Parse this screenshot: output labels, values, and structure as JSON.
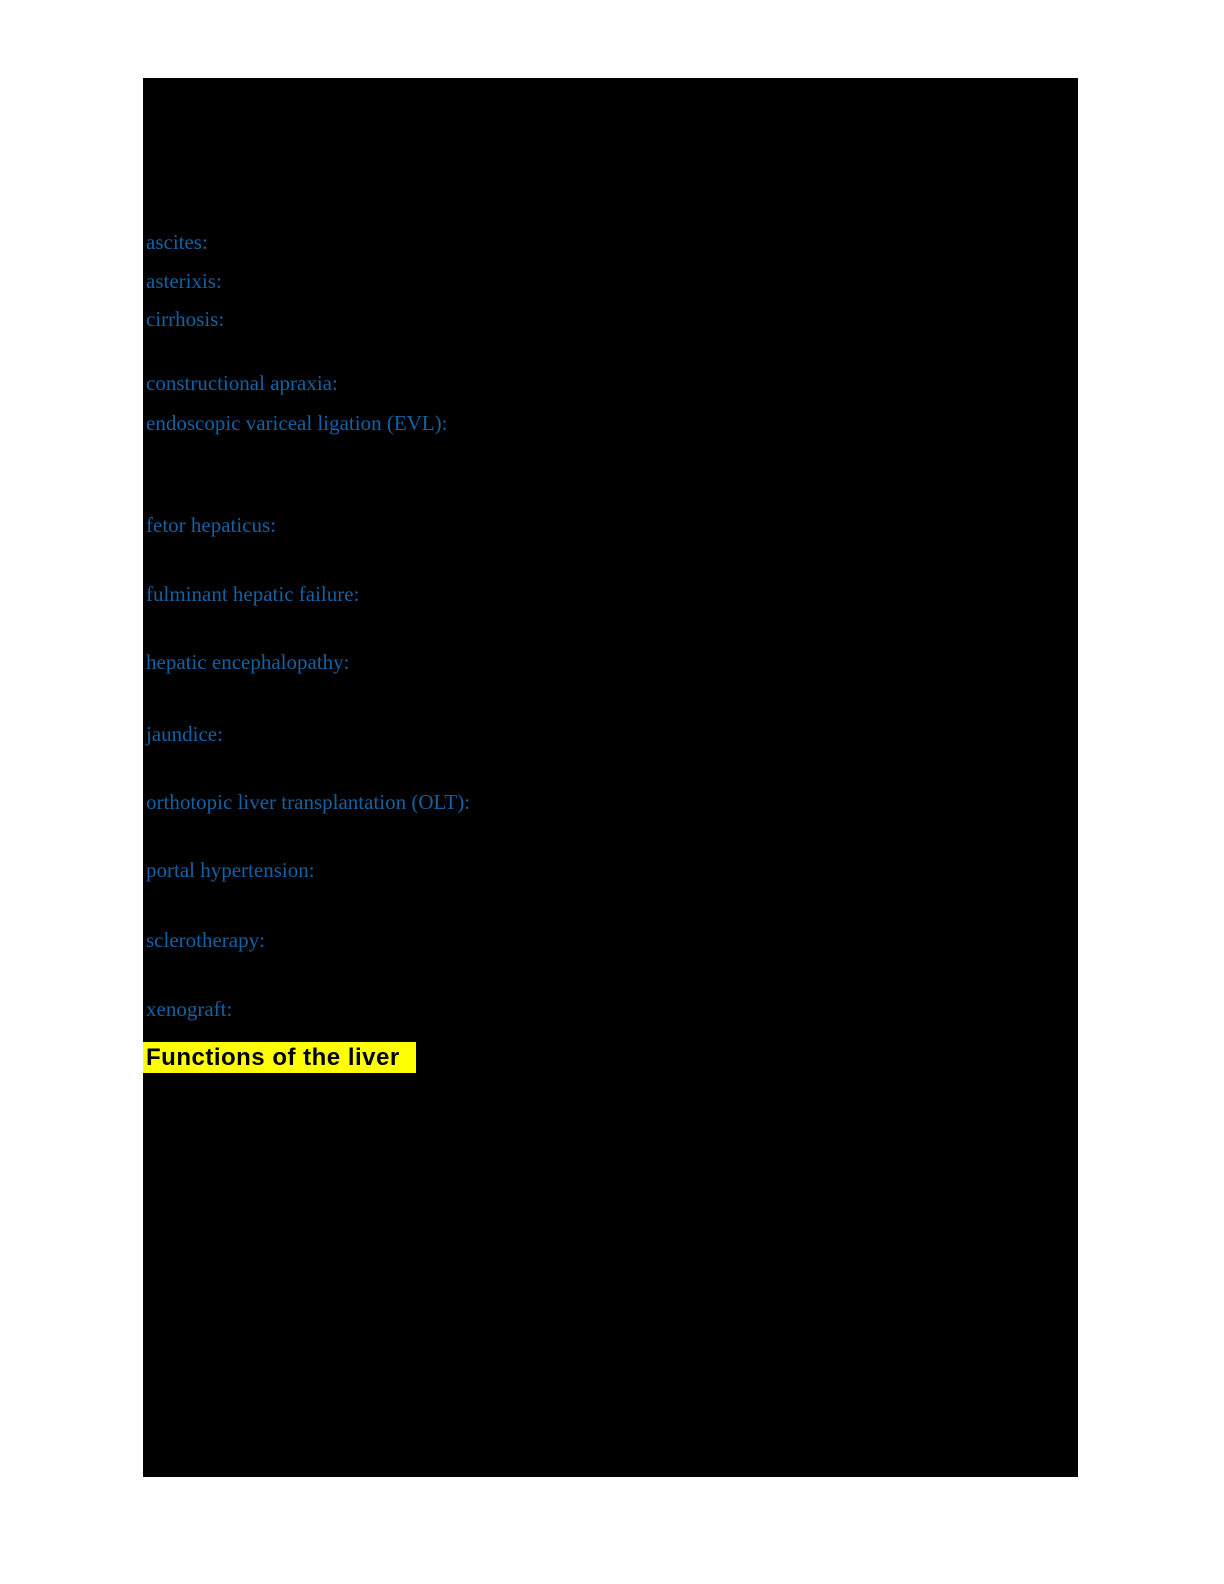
{
  "document": {
    "page_background": "#ffffff",
    "redaction_color": "#000000"
  },
  "glossary": {
    "term_color": "#1262a3",
    "terms": [
      "ascites:",
      "asterixis:",
      "cirrhosis:",
      "constructional apraxia:",
      "endoscopic variceal ligation (EVL):",
      "fetor hepaticus:",
      "fulminant hepatic failure:",
      "hepatic encephalopathy:",
      "jaundice:",
      "orthotopic liver transplantation (OLT):",
      "portal hypertension:",
      "sclerotherapy:",
      "xenograft:"
    ]
  },
  "heading": {
    "text": "Functions of the liver",
    "highlight_color": "#ffff00",
    "text_color": "#000000"
  }
}
